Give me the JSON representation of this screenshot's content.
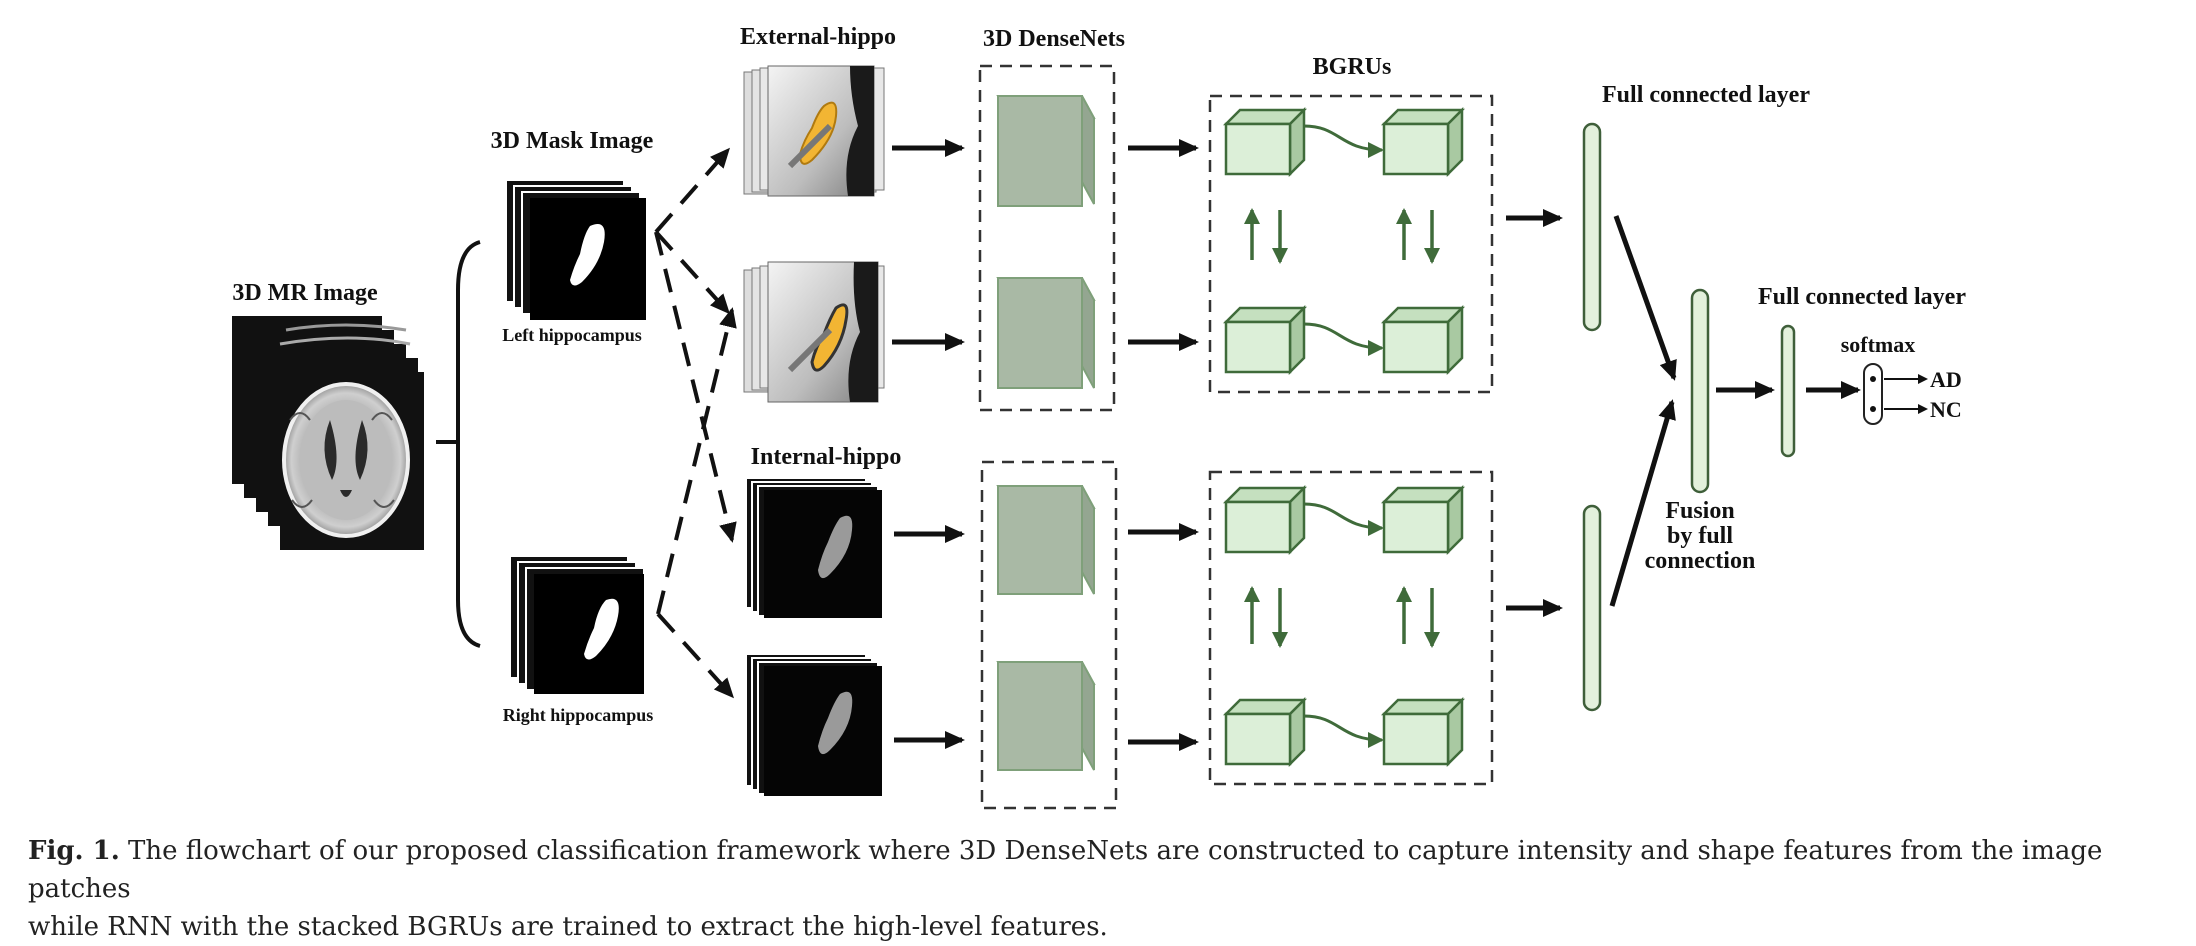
{
  "labels": {
    "mr_image": "3D MR Image",
    "mask_image": "3D Mask Image",
    "left_hippocampus": "Left hippocampus",
    "right_hippocampus": "Right hippocampus",
    "external_hippo": "External-hippo",
    "internal_hippo": "Internal-hippo",
    "densenets": "3D DenseNets",
    "bgrus": "BGRUs",
    "fc_layer_1": "Full connected layer",
    "fc_layer_2": "Full connected layer",
    "fusion_line1": "Fusion",
    "fusion_line2": "by full",
    "fusion_line3": "connection",
    "softmax": "softmax",
    "out_ad": "AD",
    "out_nc": "NC"
  },
  "caption": {
    "prefix": "Fig. 1.",
    "text_line1": "The flowchart of our proposed classification framework where 3D DenseNets are constructed to capture intensity and shape features from the image patches",
    "text_line2": "while RNN with the stacked BGRUs are trained to extract the high-level features."
  },
  "colors": {
    "cube_front": "#dcefd8",
    "cube_top": "#c5e0bf",
    "cube_side": "#a9c9a2",
    "cube_edge": "#3f6b3a",
    "dense_front": "#a9b9a5",
    "dense_top": "#bfcdbb",
    "dense_side": "#94a691",
    "dense_edge": "#7fa07a",
    "bar_fill": "#e3f0dc",
    "bar_edge": "#3f5f3a",
    "hippo_yellow": "#f2b533",
    "arrow_green": "#3f6b3a"
  }
}
